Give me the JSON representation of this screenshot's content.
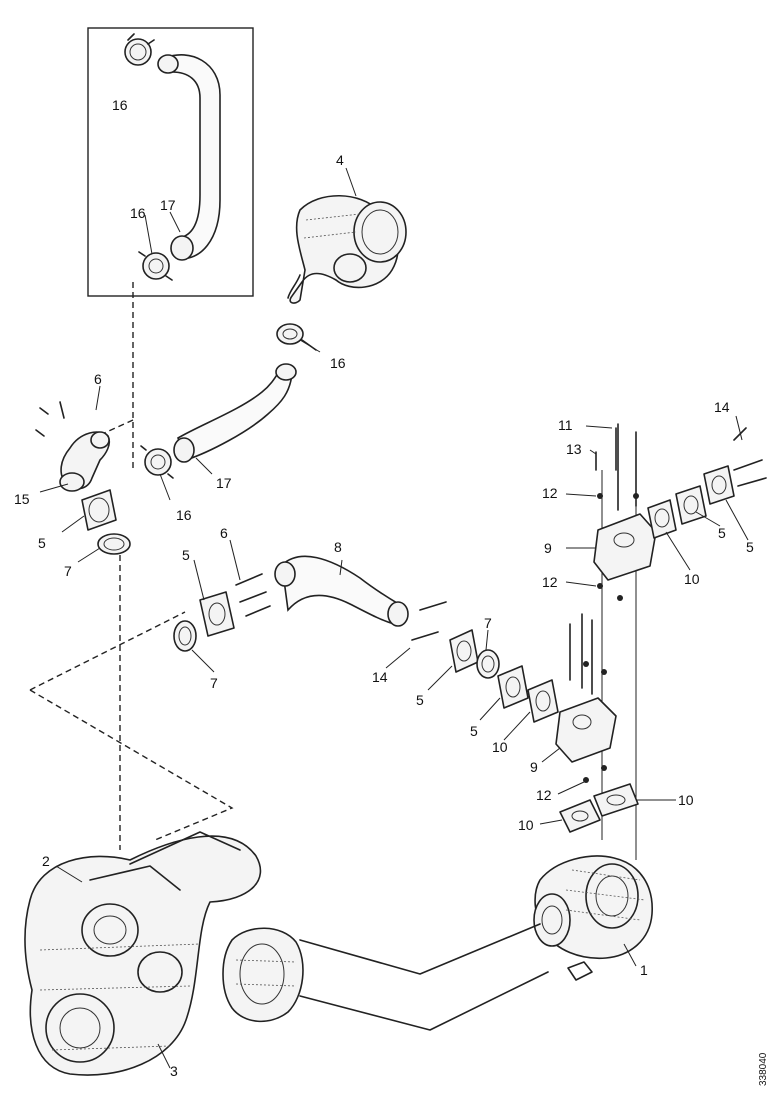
{
  "callouts": [
    {
      "label": "1"
    },
    {
      "label": "2"
    },
    {
      "label": "3"
    },
    {
      "label": "4"
    },
    {
      "label": "5"
    },
    {
      "label": "5"
    },
    {
      "label": "5"
    },
    {
      "label": "5"
    },
    {
      "label": "5"
    },
    {
      "label": "5"
    },
    {
      "label": "6"
    },
    {
      "label": "6"
    },
    {
      "label": "7"
    },
    {
      "label": "7"
    },
    {
      "label": "7"
    },
    {
      "label": "8"
    },
    {
      "label": "9"
    },
    {
      "label": "9"
    },
    {
      "label": "10"
    },
    {
      "label": "10"
    },
    {
      "label": "10"
    },
    {
      "label": "10"
    },
    {
      "label": "11"
    },
    {
      "label": "12"
    },
    {
      "label": "12"
    },
    {
      "label": "12"
    },
    {
      "label": "13"
    },
    {
      "label": "14"
    },
    {
      "label": "14"
    },
    {
      "label": "15"
    },
    {
      "label": "16"
    },
    {
      "label": "16"
    },
    {
      "label": "16"
    },
    {
      "label": "16"
    },
    {
      "label": "17"
    },
    {
      "label": "17"
    }
  ],
  "figure_number": "338040"
}
